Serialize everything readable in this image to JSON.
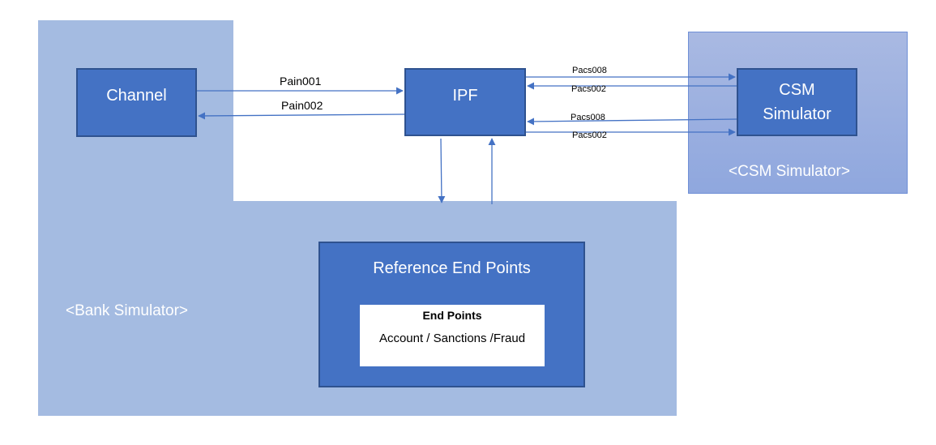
{
  "regions": {
    "bank_simulator": "<Bank Simulator>",
    "csm_simulator": "<CSM Simulator>"
  },
  "boxes": {
    "channel": "Channel",
    "ipf": "IPF",
    "csm_line1": "CSM",
    "csm_line2": "Simulator",
    "reference_end_points": "Reference End Points",
    "end_points_title": "End Points",
    "end_points_items": "Account / Sanctions /Fraud"
  },
  "messages": {
    "channel_to_ipf": "Pain001",
    "ipf_to_channel": "Pain002",
    "ipf_to_csm_1": "Pacs008",
    "csm_to_ipf_1": "Pacs002",
    "csm_to_ipf_2": "Pacs008",
    "ipf_to_csm_2": "Pacs002"
  },
  "colors": {
    "box_fill": "#4472c4",
    "box_border": "#2f528f",
    "region_fill": "#a4bbe1",
    "arrow": "#4472c4"
  }
}
